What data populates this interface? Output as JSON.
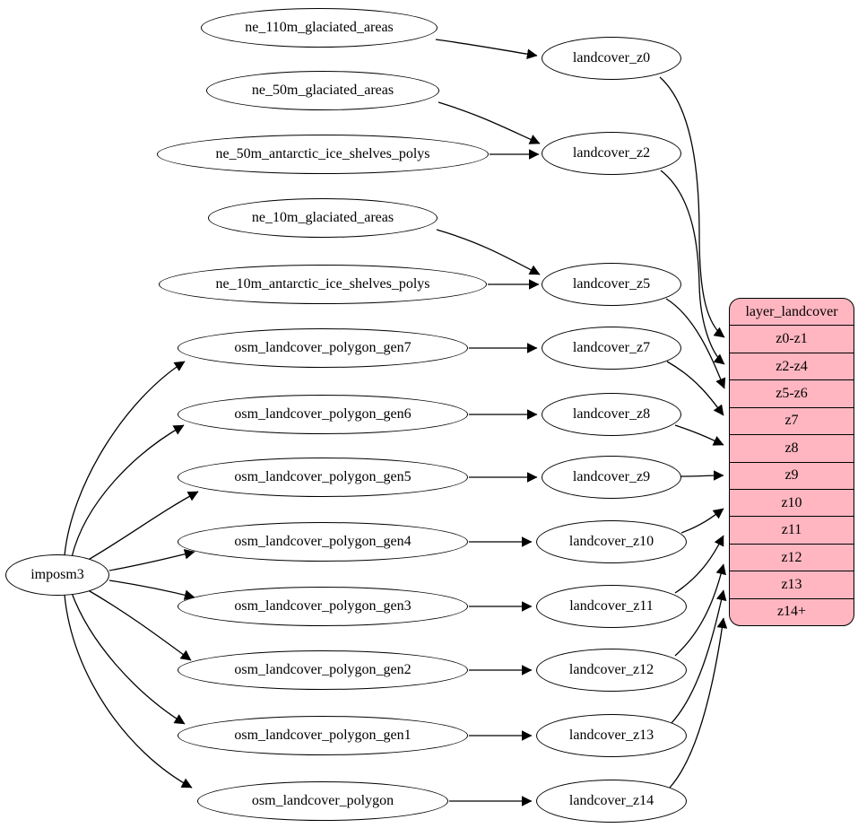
{
  "diagram": {
    "background_color": "#ffffff",
    "edge_color": "#000000",
    "node_fill": "#ffffff",
    "table_fill": "#ffb6c1"
  },
  "nodes": {
    "root": "imposm3",
    "sources": [
      "ne_110m_glaciated_areas",
      "ne_50m_glaciated_areas",
      "ne_50m_antarctic_ice_shelves_polys",
      "ne_10m_glaciated_areas",
      "ne_10m_antarctic_ice_shelves_polys",
      "osm_landcover_polygon_gen7",
      "osm_landcover_polygon_gen6",
      "osm_landcover_polygon_gen5",
      "osm_landcover_polygon_gen4",
      "osm_landcover_polygon_gen3",
      "osm_landcover_polygon_gen2",
      "osm_landcover_polygon_gen1",
      "osm_landcover_polygon"
    ],
    "intermediate": [
      "landcover_z0",
      "landcover_z2",
      "landcover_z5",
      "landcover_z7",
      "landcover_z8",
      "landcover_z9",
      "landcover_z10",
      "landcover_z11",
      "landcover_z12",
      "landcover_z13",
      "landcover_z14"
    ]
  },
  "table": {
    "title": "layer_landcover",
    "rows": [
      "z0-z1",
      "z2-z4",
      "z5-z6",
      "z7",
      "z8",
      "z9",
      "z10",
      "z11",
      "z12",
      "z13",
      "z14+"
    ]
  },
  "edges": [
    [
      "ne_110m_glaciated_areas",
      "landcover_z0"
    ],
    [
      "ne_50m_glaciated_areas",
      "landcover_z2"
    ],
    [
      "ne_50m_antarctic_ice_shelves_polys",
      "landcover_z2"
    ],
    [
      "ne_10m_glaciated_areas",
      "landcover_z5"
    ],
    [
      "ne_10m_antarctic_ice_shelves_polys",
      "landcover_z5"
    ],
    [
      "osm_landcover_polygon_gen7",
      "landcover_z7"
    ],
    [
      "osm_landcover_polygon_gen6",
      "landcover_z8"
    ],
    [
      "osm_landcover_polygon_gen5",
      "landcover_z9"
    ],
    [
      "osm_landcover_polygon_gen4",
      "landcover_z10"
    ],
    [
      "osm_landcover_polygon_gen3",
      "landcover_z11"
    ],
    [
      "osm_landcover_polygon_gen2",
      "landcover_z12"
    ],
    [
      "osm_landcover_polygon_gen1",
      "landcover_z13"
    ],
    [
      "osm_landcover_polygon",
      "landcover_z14"
    ],
    [
      "imposm3",
      "osm_landcover_polygon_gen7"
    ],
    [
      "imposm3",
      "osm_landcover_polygon_gen6"
    ],
    [
      "imposm3",
      "osm_landcover_polygon_gen5"
    ],
    [
      "imposm3",
      "osm_landcover_polygon_gen4"
    ],
    [
      "imposm3",
      "osm_landcover_polygon_gen3"
    ],
    [
      "imposm3",
      "osm_landcover_polygon_gen2"
    ],
    [
      "imposm3",
      "osm_landcover_polygon_gen1"
    ],
    [
      "imposm3",
      "osm_landcover_polygon"
    ],
    [
      "landcover_z0",
      "layer_landcover:z0-z1"
    ],
    [
      "landcover_z2",
      "layer_landcover:z2-z4"
    ],
    [
      "landcover_z5",
      "layer_landcover:z5-z6"
    ],
    [
      "landcover_z7",
      "layer_landcover:z7"
    ],
    [
      "landcover_z8",
      "layer_landcover:z8"
    ],
    [
      "landcover_z9",
      "layer_landcover:z9"
    ],
    [
      "landcover_z10",
      "layer_landcover:z10"
    ],
    [
      "landcover_z11",
      "layer_landcover:z11"
    ],
    [
      "landcover_z12",
      "layer_landcover:z12"
    ],
    [
      "landcover_z13",
      "layer_landcover:z13"
    ],
    [
      "landcover_z14",
      "layer_landcover:z14+"
    ]
  ]
}
